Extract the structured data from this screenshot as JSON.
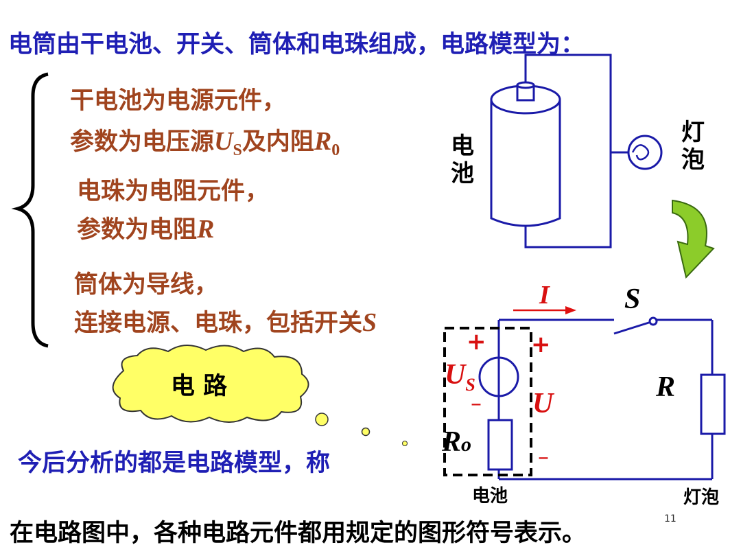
{
  "title": "电筒由干电池、开关、筒体和电珠组成，电路模型为：",
  "items": [
    {
      "line1": "干电池为电源元件，",
      "line2_prefix": "参数为电压源",
      "sym1": "U",
      "sym1_sub": "S",
      "mid": "及内阻",
      "sym2": "R",
      "sym2_sub": "0"
    },
    {
      "line1": "电珠为电阻元件，",
      "line2_prefix": "参数为电阻",
      "sym": "R"
    },
    {
      "line1": "筒体为导线，",
      "line2_prefix": "连接电源、电珠，包括开关",
      "sym": "S"
    }
  ],
  "cloud_label": "电 路",
  "footer_left": "今后分析的都是电路模型，称",
  "bottom_text": "在电路图中，各种电路元件都用规定的图形符号表示。",
  "page_number": "11",
  "physical": {
    "battery_label": "电\n池",
    "battery_char1": "电",
    "battery_char2": "池",
    "bulb_char1": "灯",
    "bulb_char2": "泡"
  },
  "circuit": {
    "current": "I",
    "switch": "S",
    "plus1": "+",
    "plus2": "+",
    "us": "U",
    "us_sub": "S",
    "minus1": "–",
    "voltage": "U",
    "minus2": "–",
    "r0": "R",
    "r0_sub": "o",
    "r": "R",
    "battery_label": "电池",
    "bulb_label": "灯泡"
  }
}
